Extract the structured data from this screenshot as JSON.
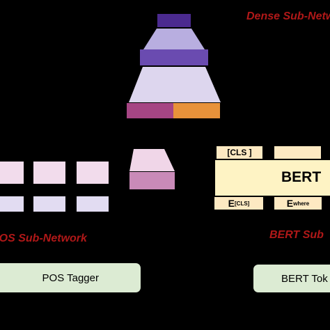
{
  "labels": {
    "dense_subnetwork": "Dense Sub-Network",
    "pos_subnetwork": "POS Sub-Network",
    "bert_subnetwork": "BERT Sub",
    "pos_tagger": "POS Tagger",
    "bert_tokenizer": "BERT Tok",
    "bert": "BERT",
    "cls_token": "[CLS ]",
    "e_cls_main": "E",
    "e_cls_sub": "[CLS]",
    "e_where_main": "E",
    "e_where_sub": "where"
  },
  "colors": {
    "background": "#000000",
    "heading_red": "#b01818",
    "dark_purple": "#4b2a8f",
    "mid_purple": "#6a4bb0",
    "light_lavender": "#b8aee0",
    "pale_lavender": "#ddd6ee",
    "magenta": "#a64584",
    "orange": "#e8923a",
    "pink_light": "#f0d6e8",
    "pink_mid": "#c98ab8",
    "pos_top": "#f2dcec",
    "pos_bottom": "#e2dcf2",
    "bert_yellow": "#fef3c4",
    "emb_peach": "#fde9c2",
    "green": "#dcebd3"
  }
}
